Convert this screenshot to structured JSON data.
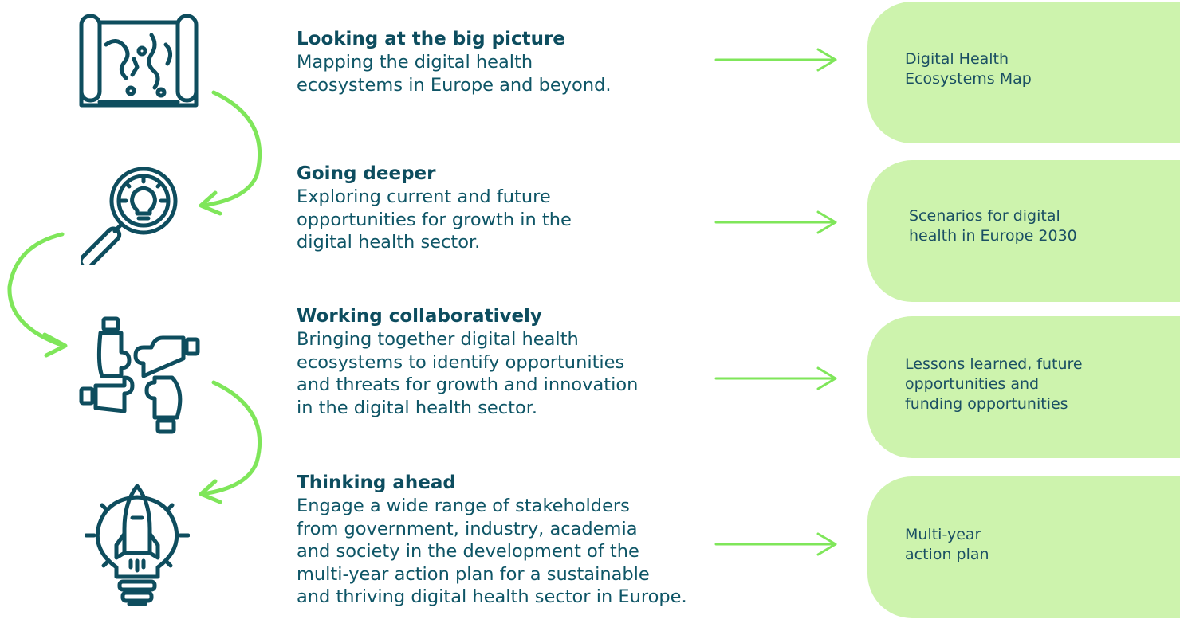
{
  "steps": [
    {
      "icon": "map-icon",
      "title": "Looking at the big picture",
      "desc_lines": [
        "Mapping the digital health",
        "ecosystems in Europe and beyond."
      ],
      "output_lines": [
        "Digital Health",
        "Ecosystems Map"
      ]
    },
    {
      "icon": "magnifier-lightbulb-icon",
      "title": "Going deeper",
      "desc_lines": [
        "Exploring current and future",
        "opportunities for growth in the",
        "digital health sector."
      ],
      "output_lines": [
        "Scenarios for digital",
        "health in Europe 2030"
      ]
    },
    {
      "icon": "puzzle-hands-icon",
      "title": "Working collaboratively",
      "desc_lines": [
        "Bringing together digital health",
        "ecosystems to identify opportunities",
        "and threats for growth and innovation",
        "in the digital health sector."
      ],
      "output_lines": [
        "Lessons learned, future",
        "opportunities and",
        "funding opportunities"
      ]
    },
    {
      "icon": "rocket-lightbulb-icon",
      "title": "Thinking ahead",
      "desc_lines": [
        "Engage a wide range of stakeholders",
        "from government, industry, academia",
        "and society in the development of the",
        "multi-year action plan for a sustainable",
        "and thriving digital health sector in Europe."
      ],
      "output_lines": [
        "Multi-year",
        "action plan"
      ]
    }
  ],
  "colors": {
    "icon": "#0e4d5e",
    "connector": "#7fe65a",
    "pill": "#cdf3ad",
    "heading": "#0d4d5f"
  }
}
